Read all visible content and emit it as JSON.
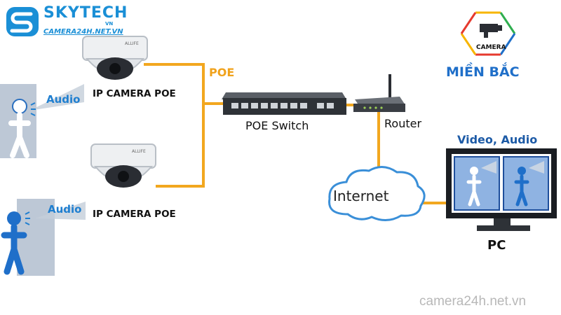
{
  "brand": {
    "name": "SKYTECH",
    "name_suffix": "VN",
    "url": "CAMERA24H.NET.VN",
    "logo_icon": "skytech-s-logo"
  },
  "badge": {
    "text": "CAMERA",
    "region": "MIỀN BẮC",
    "colors": [
      "#e63a2e",
      "#f7b500",
      "#2fae4f",
      "#1f6fc9"
    ]
  },
  "cameras": [
    {
      "label": "IP CAMERA POE",
      "brand_mark": "ALLIFE",
      "audio_label": "Audio"
    },
    {
      "label": "IP CAMERA POE",
      "brand_mark": "ALLIFE",
      "audio_label": "Audio"
    }
  ],
  "links": {
    "poe_label": "POE",
    "cable_color": "#f2a71f"
  },
  "devices": {
    "switch_label": "POE Switch",
    "router_label": "Router",
    "internet_label": "Internet",
    "pc_label": "PC",
    "monitor_caption": "Video, Audio"
  },
  "watermark": "camera24h.net.vn"
}
